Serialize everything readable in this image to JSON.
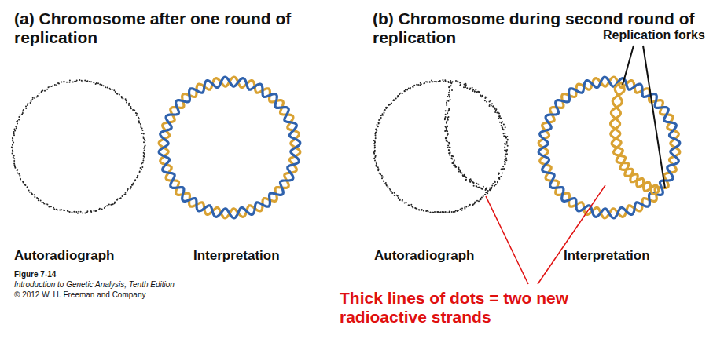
{
  "diagram": {
    "labels": [
      "(a) Chromosome after one round of replication",
      "(b) Chromosome during second round of replication",
      "Replication forks",
      "Autoradiograph",
      "Interpretation",
      "Autoradiograph",
      "Interpretation",
      "Figure 7-14",
      "Introduction to Genetic Analysis, Tenth Edition",
      "© 2012 W. H. Freeman and Company",
      "Thick lines of dots = two new radioactive strands"
    ]
  }
}
